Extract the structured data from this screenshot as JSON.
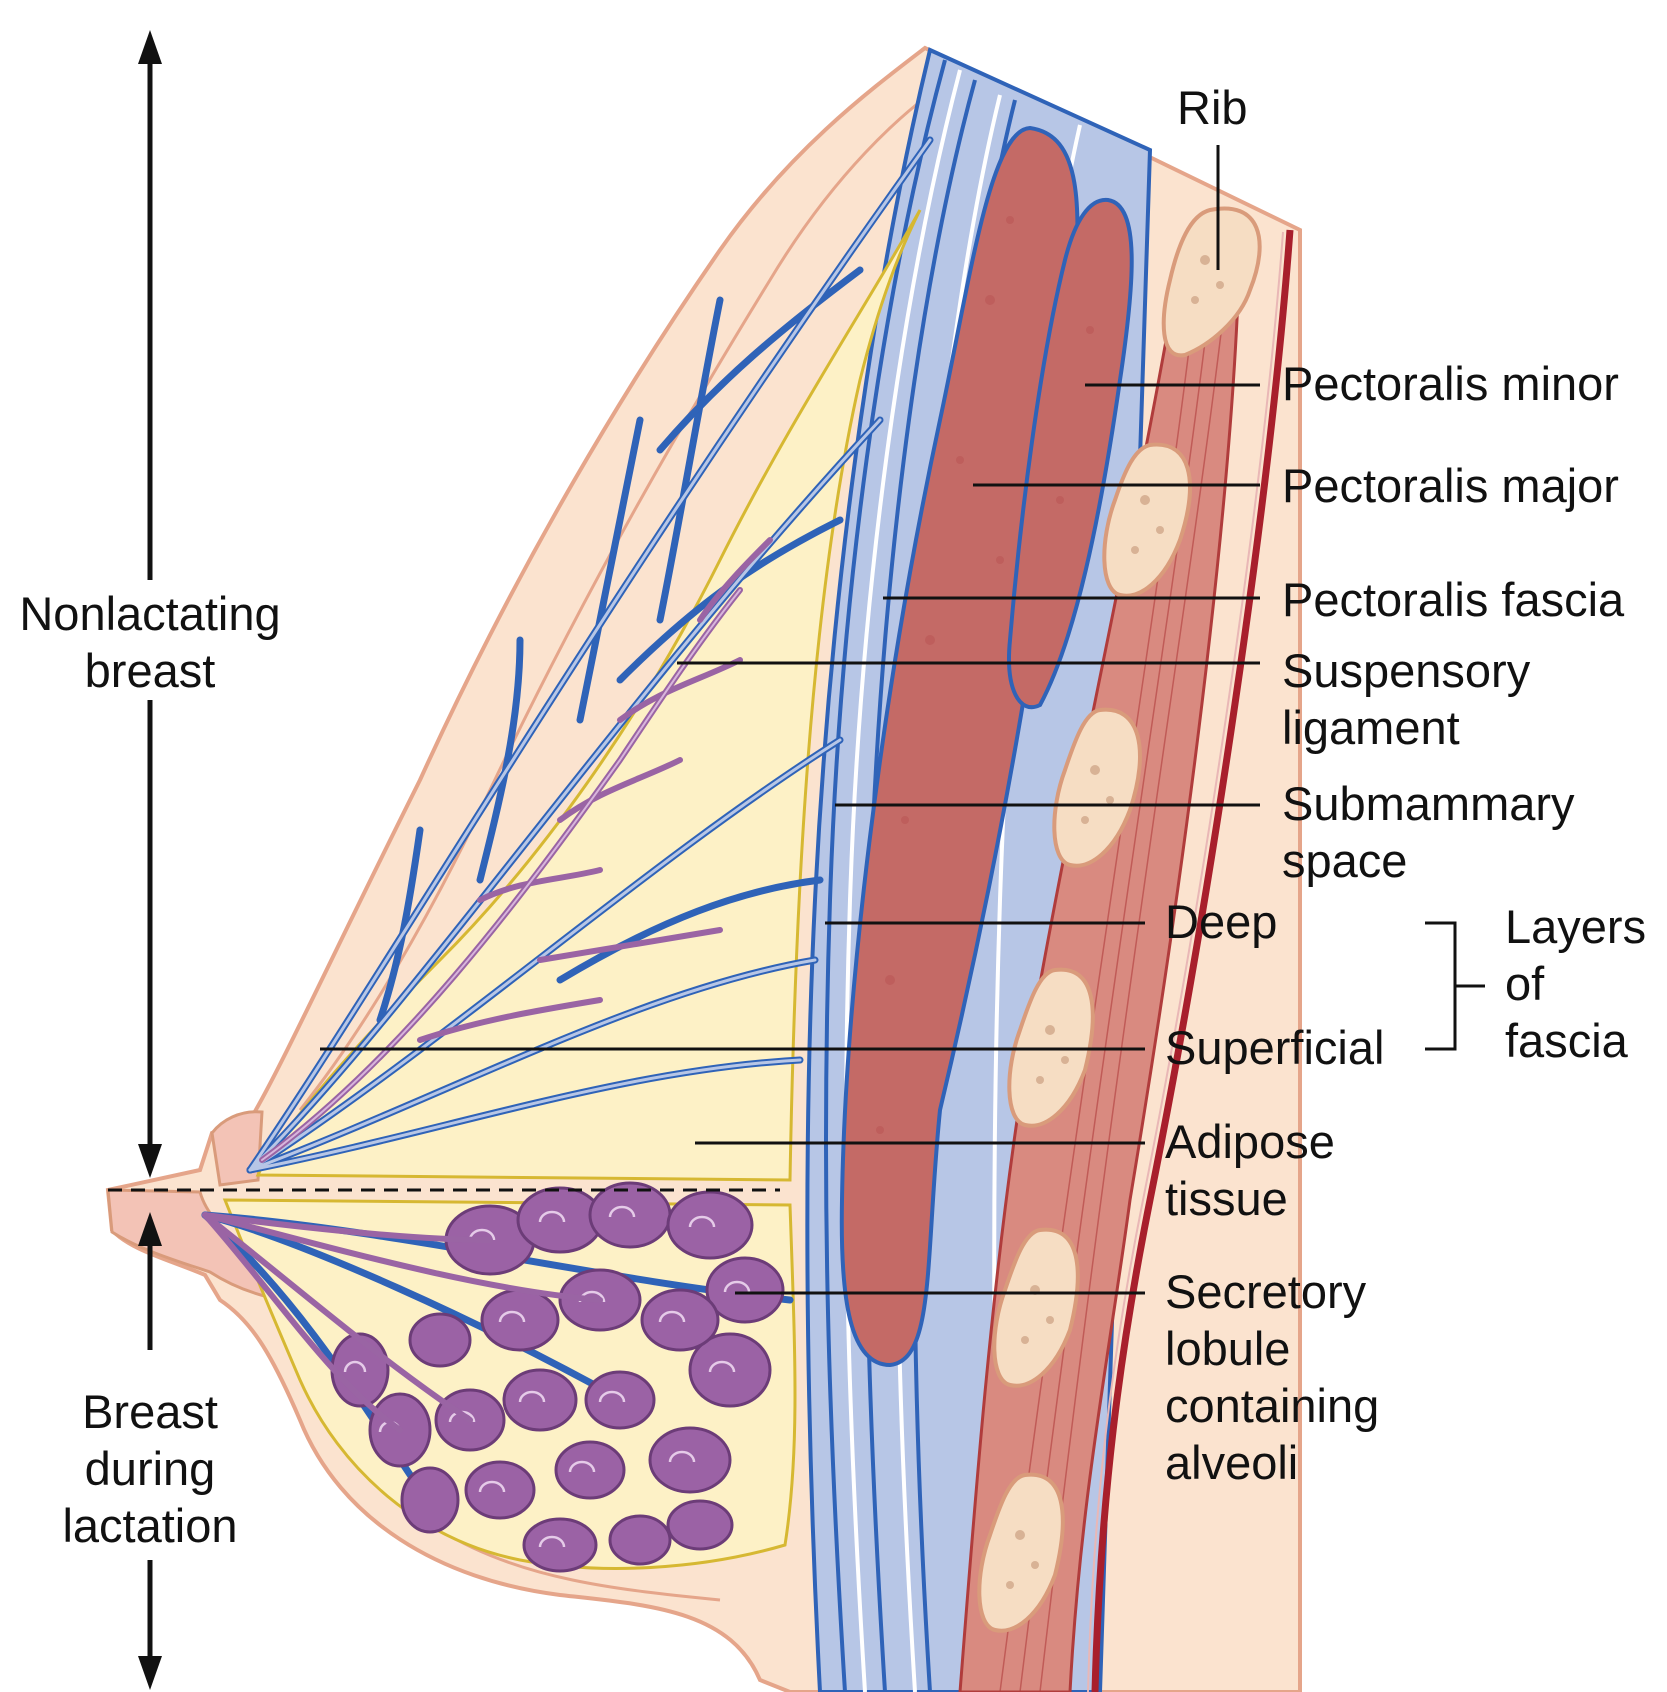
{
  "labels": {
    "rib": "Rib",
    "pectoralis_minor": "Pectoralis minor",
    "pectoralis_major": "Pectoralis major",
    "pectoralis_fascia": "Pectoralis fascia",
    "suspensory_ligament": [
      "Suspensory",
      "ligament"
    ],
    "submammary_space": [
      "Submammary",
      "space"
    ],
    "deep": "Deep",
    "superficial": "Superficial",
    "layers_of_fascia": [
      "Layers",
      "of",
      "fascia"
    ],
    "adipose_tissue": [
      "Adipose",
      "tissue"
    ],
    "secretory_lobule": [
      "Secretory",
      "lobule",
      "containing",
      "alveoli"
    ],
    "nonlactating_breast": [
      "Nonlactating",
      "breast"
    ],
    "breast_during_lactation": [
      "Breast",
      "during",
      "lactation"
    ]
  },
  "colors": {
    "skin": "#fbe3cf",
    "adipose": "#fdf1c6",
    "fascia": "#b7c6e6",
    "ligament": "#2f63b8",
    "muscle": "#c46a66",
    "rib": "#f6ddc3",
    "lobule": "#9b62a5",
    "pleura": "#a81f2c"
  }
}
